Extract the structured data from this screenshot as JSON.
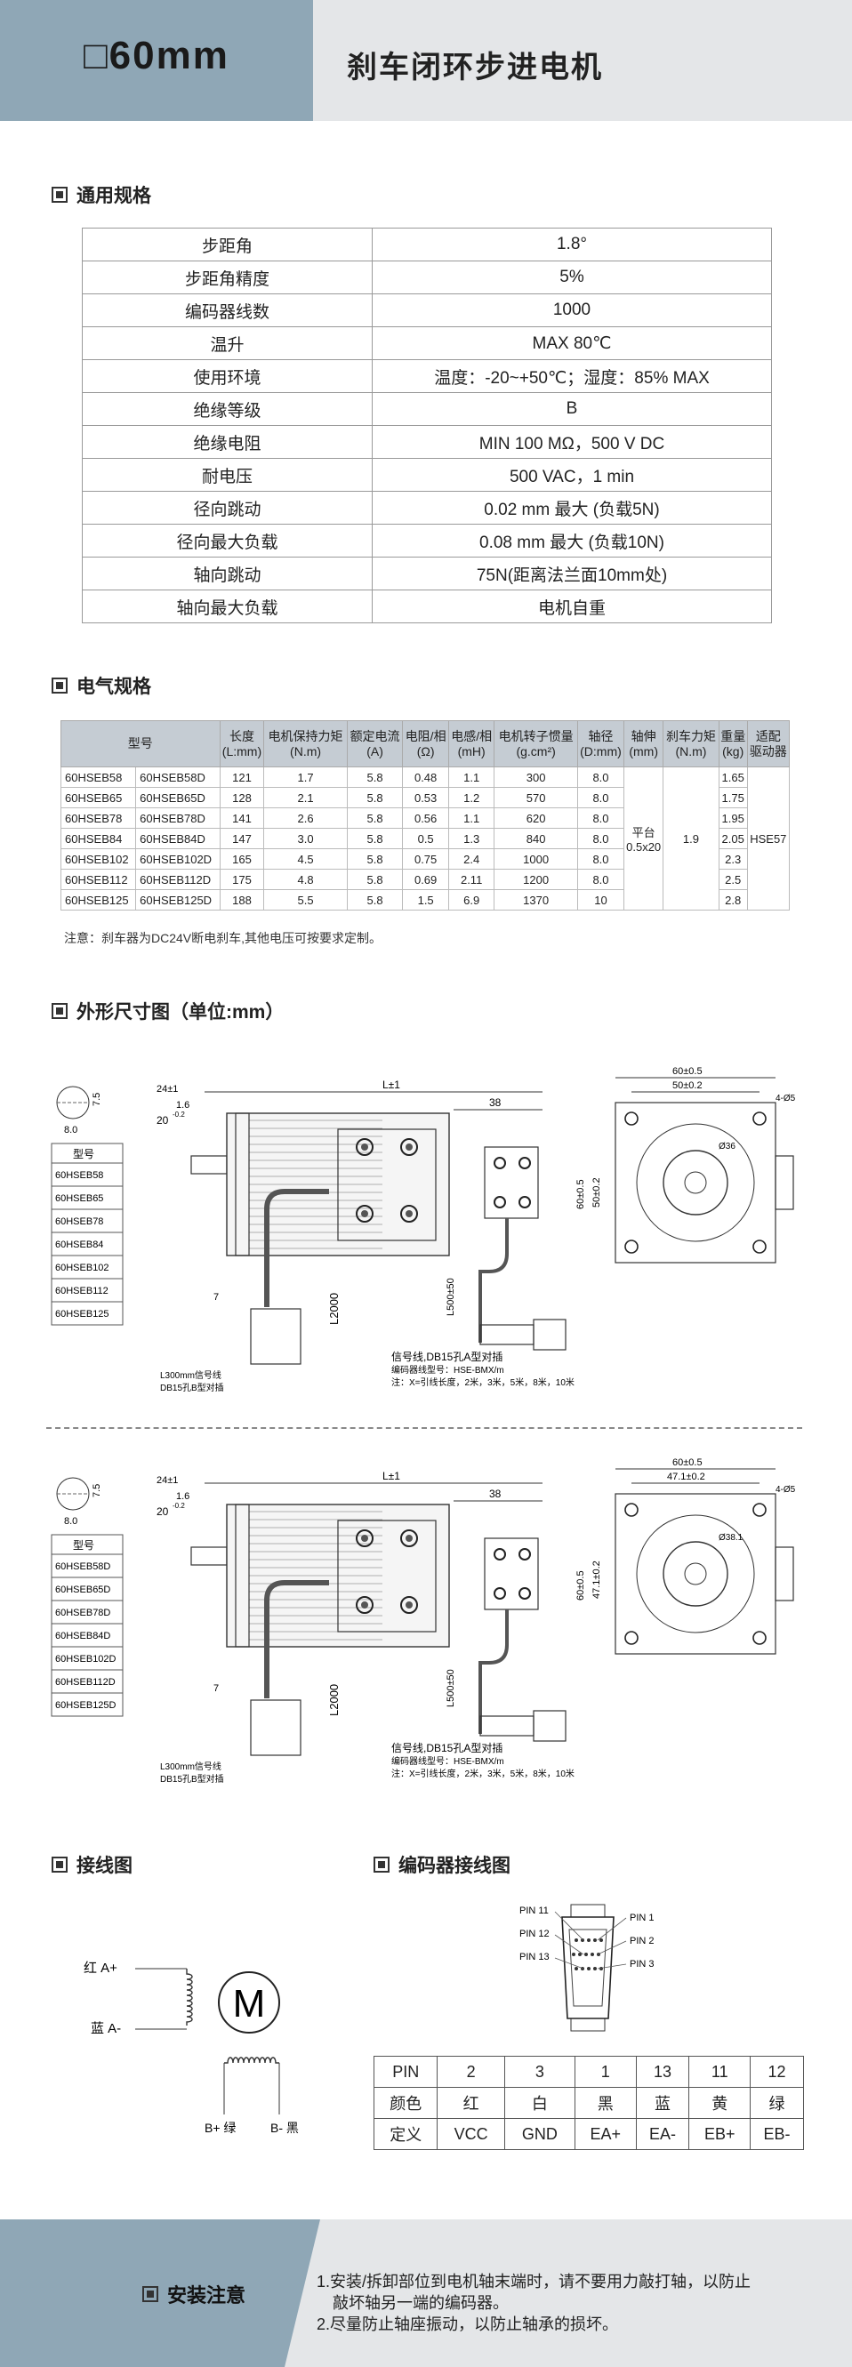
{
  "header": {
    "size": "□60mm",
    "title": "刹车闭环步进电机"
  },
  "general": {
    "title": "通用规格",
    "rows": [
      {
        "k": "步距角",
        "v": "1.8°"
      },
      {
        "k": "步距角精度",
        "v": "5%"
      },
      {
        "k": "编码器线数",
        "v": "1000"
      },
      {
        "k": "温升",
        "v": "MAX 80℃"
      },
      {
        "k": "使用环境",
        "v": "温度：-20~+50℃；湿度：85% MAX"
      },
      {
        "k": "绝缘等级",
        "v": "B"
      },
      {
        "k": "绝缘电阻",
        "v": "MIN 100 MΩ，500 V DC"
      },
      {
        "k": "耐电压",
        "v": "500 VAC，1 min"
      },
      {
        "k": "径向跳动",
        "v": "0.02 mm 最大 (负载5N)"
      },
      {
        "k": "径向最大负载",
        "v": "0.08 mm 最大 (负载10N)"
      },
      {
        "k": "轴向跳动",
        "v": "75N(距离法兰面10mm处)"
      },
      {
        "k": "轴向最大负载",
        "v": "电机自重"
      }
    ]
  },
  "electrical": {
    "title": "电气规格",
    "headers": [
      "型号",
      "长度\n(L:mm)",
      "电机保持力矩\n(N.m)",
      "额定电流\n(A)",
      "电阻/相\n(Ω)",
      "电感/相\n(mH)",
      "电机转子惯量\n(g.cm²)",
      "轴径\n(D:mm)",
      "轴伸\n(mm)",
      "刹车力矩\n(N.m)",
      "重量\n(kg)",
      "适配\n驱动器"
    ],
    "rows": [
      {
        "m1": "60HSEB58",
        "m2": "60HSEB58D",
        "len": "121",
        "torque": "1.7",
        "cur": "5.8",
        "res": "0.48",
        "ind": "1.1",
        "inertia": "300",
        "shaft": "8.0",
        "weight": "1.65"
      },
      {
        "m1": "60HSEB65",
        "m2": "60HSEB65D",
        "len": "128",
        "torque": "2.1",
        "cur": "5.8",
        "res": "0.53",
        "ind": "1.2",
        "inertia": "570",
        "shaft": "8.0",
        "weight": "1.75"
      },
      {
        "m1": "60HSEB78",
        "m2": "60HSEB78D",
        "len": "141",
        "torque": "2.6",
        "cur": "5.8",
        "res": "0.56",
        "ind": "1.1",
        "inertia": "620",
        "shaft": "8.0",
        "weight": "1.95"
      },
      {
        "m1": "60HSEB84",
        "m2": "60HSEB84D",
        "len": "147",
        "torque": "3.0",
        "cur": "5.8",
        "res": "0.5",
        "ind": "1.3",
        "inertia": "840",
        "shaft": "8.0",
        "weight": "2.05"
      },
      {
        "m1": "60HSEB102",
        "m2": "60HSEB102D",
        "len": "165",
        "torque": "4.5",
        "cur": "5.8",
        "res": "0.75",
        "ind": "2.4",
        "inertia": "1000",
        "shaft": "8.0",
        "weight": "2.3"
      },
      {
        "m1": "60HSEB112",
        "m2": "60HSEB112D",
        "len": "175",
        "torque": "4.8",
        "cur": "5.8",
        "res": "0.69",
        "ind": "2.11",
        "inertia": "1200",
        "shaft": "8.0",
        "weight": "2.5"
      },
      {
        "m1": "60HSEB125",
        "m2": "60HSEB125D",
        "len": "188",
        "torque": "5.5",
        "cur": "5.8",
        "res": "1.5",
        "ind": "6.9",
        "inertia": "1370",
        "shaft": "10",
        "weight": "2.8"
      }
    ],
    "shaft_ext": "平台\n0.5x20",
    "brake": "1.9",
    "driver": "HSE57",
    "note": "注意：刹车器为DC24V断电刹车,其他电压可按要求定制。"
  },
  "dims": {
    "title": "外形尺寸图（单位:mm）",
    "d24": "24±1",
    "d16": "1.6",
    "d20": "20",
    "d20sup": "-0.2",
    "dL": "L±1",
    "d38": "38",
    "d7": "7",
    "d75": "7.5",
    "d8": "8.0",
    "dL2000": "L2000",
    "dL500": "L500±50",
    "d60a": "60±0.5",
    "d50": "50±0.2",
    "d4": "4-Ø5",
    "d36": "Ø36",
    "d60v": "60±0.5",
    "d50v": "50±0.2",
    "d471": "47.1±0.2",
    "d381": "Ø38.1",
    "model_hdr": "型号",
    "models1": [
      "60HSEB58",
      "60HSEB65",
      "60HSEB78",
      "60HSEB84",
      "60HSEB102",
      "60HSEB112",
      "60HSEB125"
    ],
    "models2": [
      "60HSEB58D",
      "60HSEB65D",
      "60HSEB78D",
      "60HSEB84D",
      "60HSEB102D",
      "60HSEB112D",
      "60HSEB125D"
    ],
    "sig1": "信号线,DB15孔A型对插",
    "sig2": "编码器线型号：HSE-BMX/m",
    "sig3": "注：X=引线长度，2米，3米，5米，8米，10米",
    "sigb1": "L300mm信号线",
    "sigb2": "DB15孔B型对插"
  },
  "wiring": {
    "title": "接线图",
    "a_plus": "红  A+",
    "a_minus": "蓝  A-",
    "b_plus": "B+ 绿",
    "b_minus": "B- 黑",
    "motor": "M"
  },
  "encoder": {
    "title": "编码器接线图",
    "pins_l": [
      "PIN 11",
      "PIN 12",
      "PIN 13"
    ],
    "pins_r": [
      "PIN 1",
      "PIN 2",
      "PIN 3"
    ],
    "table": [
      [
        "PIN",
        "2",
        "3",
        "1",
        "13",
        "11",
        "12"
      ],
      [
        "颜色",
        "红",
        "白",
        "黑",
        "蓝",
        "黄",
        "绿"
      ],
      [
        "定义",
        "VCC",
        "GND",
        "EA+",
        "EA-",
        "EB+",
        "EB-"
      ]
    ]
  },
  "footer": {
    "title": "安装注意",
    "lines": [
      "1.安装/拆卸部位到电机轴末端时，请不要用力敲打轴，以防止",
      "  敲坏轴另一端的编码器。",
      "2.尽量防止轴座振动，以防止轴承的损坏。"
    ]
  }
}
